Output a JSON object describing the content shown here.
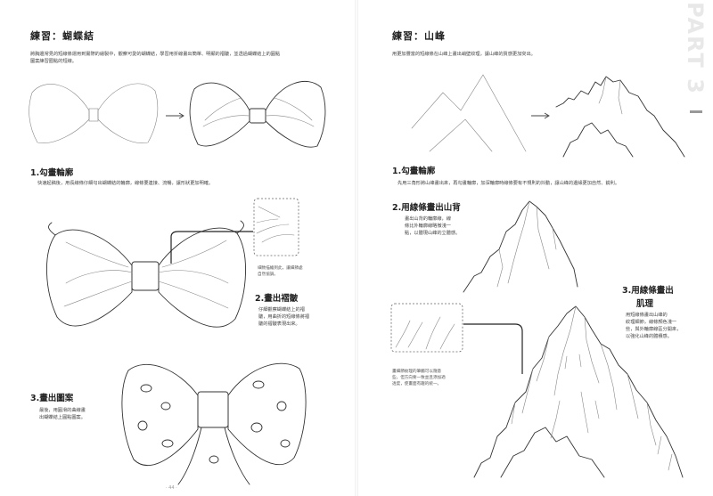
{
  "left": {
    "title": "練習：蝴蝶結",
    "intro": [
      "將胸邊常見的短線條運用到實際的繪製中，觀察可愛的蝴蝶結，學習用折線畫出簡單、明顯的褶皺，並透過蝴蝶結上的圓點",
      "圖案練習圈點的短線。"
    ],
    "step1": {
      "heading": "1.勾畫輪廓",
      "text": "快速起稿後，用長線條仔細勾出蝴蝶結的輪廓，線條要連接、流暢，讓形狀更加明確。"
    },
    "note": [
      "細致描繪到此，讓細節處",
      "自然協調。"
    ],
    "step2": {
      "heading": "2.畫出褶皺",
      "text": [
        "仔細觀察蝴蝶結上的褶",
        "皺，用曲折的短線條將褶",
        "皺的褶皺表現出來。"
      ]
    },
    "step3": {
      "heading": "3.畫出圖案",
      "text": [
        "最後，用圓滑的曲線畫",
        "出蝴蝶結上圓點圖案。"
      ]
    },
    "folio": "· 44 ·"
  },
  "right": {
    "title": "練習：山峰",
    "intro": "用更加豐富的短線條在山峰上畫出峭壁紋理，讓山峰的質感更加突出。",
    "step1": {
      "heading": "1.勾畫輪廓",
      "text": "先用三角形將山峰畫出來，再勾畫輪廓，加深輪廓時線條要有不規則的抖動，讓山峰的邊緣更加自然、鋭利。"
    },
    "step2": {
      "heading": "2.用線條畫出山背",
      "text": [
        "畫出山背的輪廓線，線",
        "條比外輪廓線略微淺一",
        "點，以體現山峰的立體感。"
      ]
    },
    "note": [
      "畫細節紋理的筆觸可以隨意",
      "些，但方向要一致並且添加適",
      "透度，使畫面有趣的統一。"
    ],
    "step3": {
      "heading": [
        "3.用線條畫出",
        "肌理"
      ],
      "text": [
        "用短線條畫出山峰的",
        "紋理細節，線條顏色淺一",
        "些，與外輪廓線區分開來，",
        "以強化山峰的體積感。"
      ]
    },
    "sidebar": "PART 3"
  }
}
